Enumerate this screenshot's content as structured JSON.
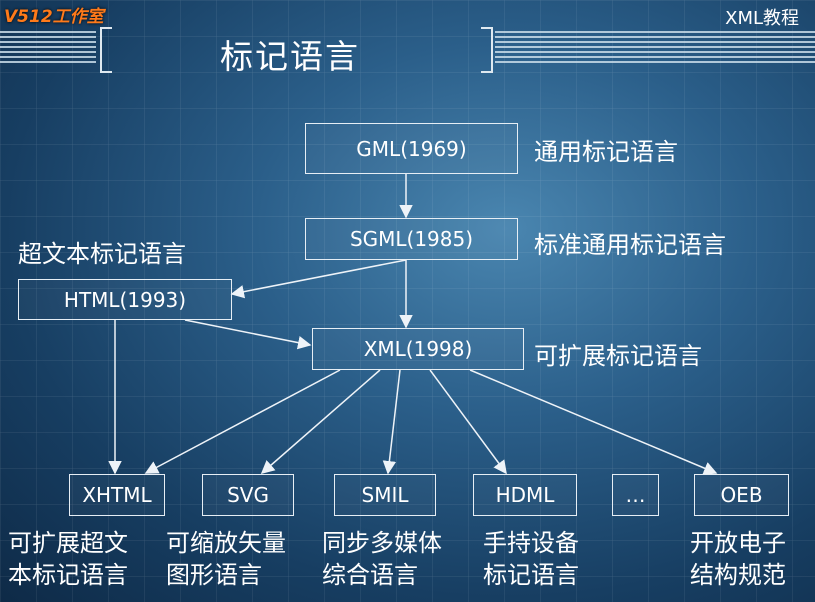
{
  "header": {
    "logo": "V512工作室",
    "course": "XML教程",
    "title": "标记语言"
  },
  "nodes": {
    "gml": {
      "label": "GML(1969)",
      "desc": "通用标记语言"
    },
    "sgml": {
      "label": "SGML(1985)",
      "desc": "标准通用标记语言"
    },
    "html": {
      "label": "HTML(1993)",
      "desc": "超文本标记语言"
    },
    "xml": {
      "label": "XML(1998)",
      "desc": "可扩展标记语言"
    }
  },
  "children": [
    {
      "label": "XHTML",
      "line1": "可扩展超文",
      "line2": "本标记语言"
    },
    {
      "label": "SVG",
      "line1": "可缩放矢量",
      "line2": "图形语言"
    },
    {
      "label": "SMIL",
      "line1": "同步多媒体",
      "line2": "综合语言"
    },
    {
      "label": "HDML",
      "line1": "手持设备",
      "line2": "标记语言"
    },
    {
      "label": "…",
      "line1": "",
      "line2": ""
    },
    {
      "label": "OEB",
      "line1": "开放电子",
      "line2": "结构规范"
    }
  ],
  "colors": {
    "logo": "#ff7a1a",
    "background": "#2b5f8a"
  }
}
